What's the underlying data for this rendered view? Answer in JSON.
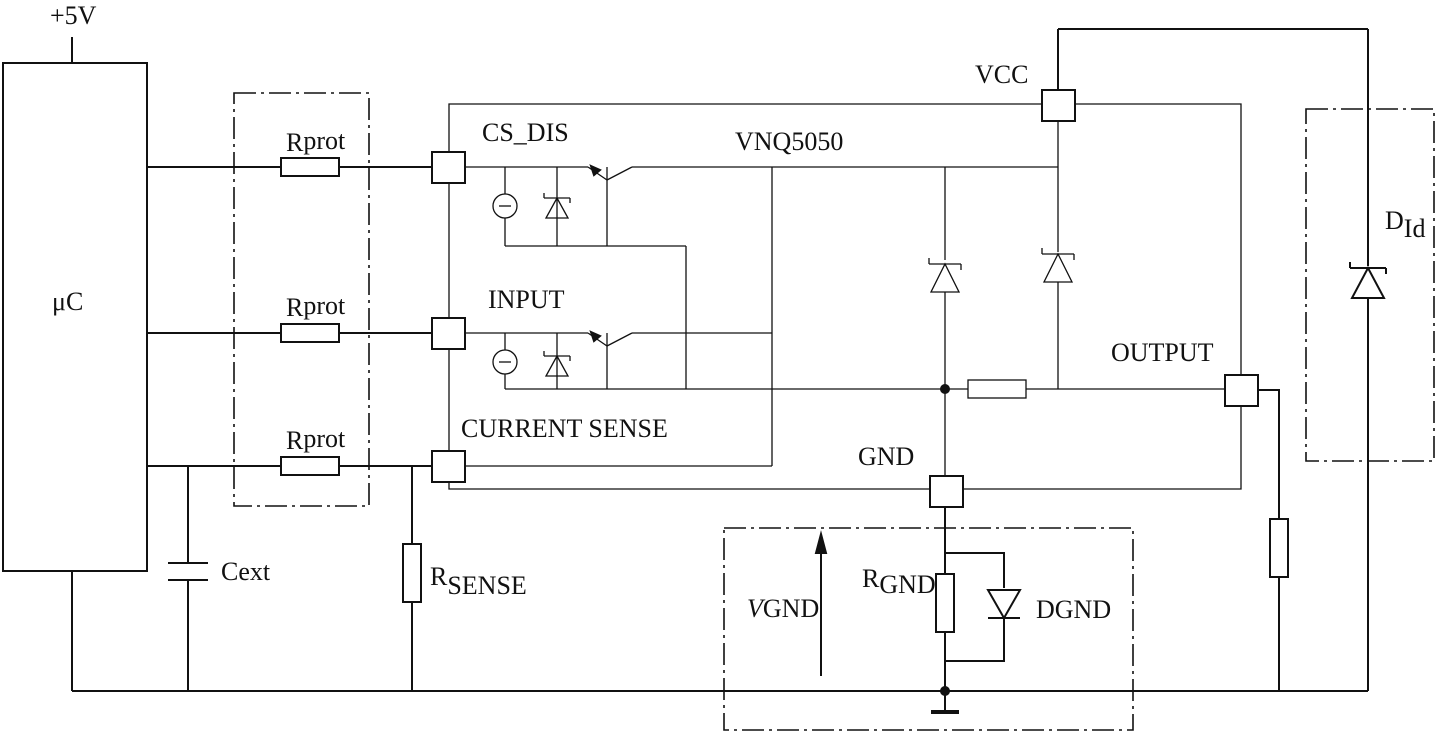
{
  "diagram": {
    "supply_label": "+5V",
    "mcu_label": "μC",
    "rprot": {
      "main": "R",
      "sub": "prot"
    },
    "cext": {
      "main": "C",
      "sub": "ext"
    },
    "rsense": {
      "main": "R",
      "sub": "SENSE"
    },
    "pins": {
      "cs_dis": "CS_DIS",
      "input": "INPUT",
      "current_sense": "CURRENT SENSE",
      "vcc": "VCC",
      "gnd": "GND",
      "output": "OUTPUT"
    },
    "chip_label": "VNQ5050",
    "did": {
      "main": "D",
      "sub": "Id"
    },
    "vgnd": {
      "main": "V",
      "sub": "GND"
    },
    "rgnd": {
      "main": "R",
      "sub": "GND"
    },
    "dgnd": {
      "main": "D",
      "sub": "GND"
    }
  }
}
